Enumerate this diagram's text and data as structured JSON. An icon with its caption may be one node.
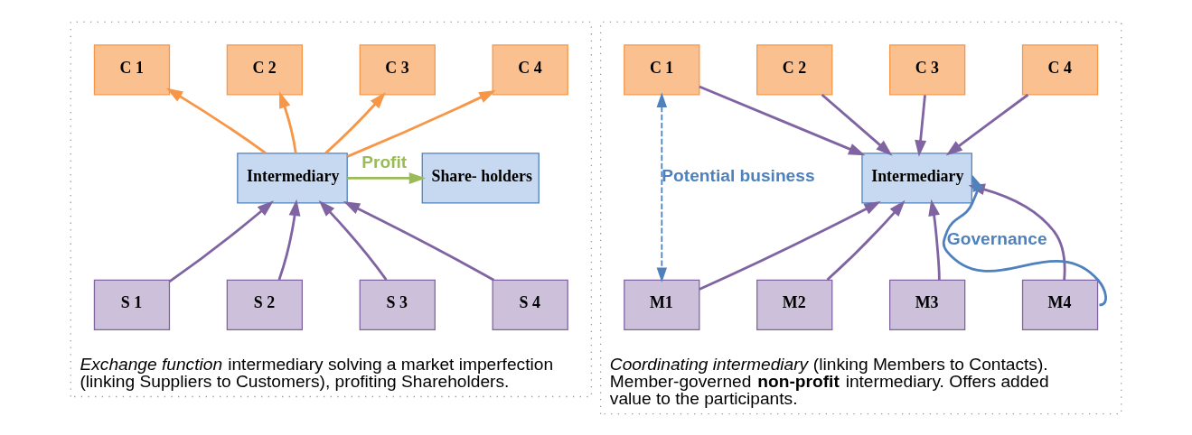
{
  "diagram": {
    "nodes": [
      {
        "text": [
          "*Exchange function* intermediary solving a market imperfection (linking Suppliers to Customers), profiting Shareholders."
        ]
      },
      {
        "text": [
          "C 1"
        ],
        "in": 0
      },
      {
        "text": [
          "C 2"
        ],
        "in": 0
      },
      {
        "text": [
          "C 3"
        ],
        "in": 0
      },
      {
        "text": [
          "C 4"
        ],
        "in": 0
      },
      {
        "text": [
          "Intermediary"
        ],
        "in": 0
      },
      {
        "text": [
          "Share- holders"
        ],
        "in": 0
      },
      {
        "text": [
          "S 1"
        ],
        "in": 0
      },
      {
        "text": [
          "S 2"
        ],
        "in": 0
      },
      {
        "text": [
          "S 3"
        ],
        "in": 0
      },
      {
        "text": [
          "S 4"
        ],
        "in": 0
      },
      {
        "text": [
          "*Coordinating intermediary* (linking Members to Contacts). Member-governed **non-profit** intermediary. Offers added value to the participants."
        ]
      },
      {
        "text": [
          "C 1"
        ],
        "in": 11
      },
      {
        "text": [
          "C 2"
        ],
        "in": 11
      },
      {
        "text": [
          "C 3"
        ],
        "in": 11
      },
      {
        "text": [
          "C 4"
        ],
        "in": 11
      },
      {
        "text": [
          "Intermediary"
        ],
        "in": 11
      },
      {
        "text": [
          "M1"
        ],
        "in": 11
      },
      {
        "text": [
          "M2"
        ],
        "in": 11
      },
      {
        "text": [
          "M3"
        ],
        "in": 11
      },
      {
        "text": [
          "M4"
        ],
        "in": 11
      }
    ],
    "edges": [
      {
        "from": 5,
        "to": 1,
        "arrow": "to",
        "color": "#f79646"
      },
      {
        "from": 5,
        "to": 2,
        "arrow": "to",
        "color": "#f79646"
      },
      {
        "from": 5,
        "to": 3,
        "arrow": "to",
        "color": "#f79646"
      },
      {
        "from": 5,
        "to": 4,
        "arrow": "to",
        "color": "#f79646"
      },
      {
        "from": 5,
        "to": 6,
        "arrow": "to",
        "label": "Profit",
        "color": "#9bbb59"
      },
      {
        "from": 7,
        "to": 5,
        "arrow": "to"
      },
      {
        "from": 8,
        "to": 5,
        "arrow": "to"
      },
      {
        "from": 9,
        "to": 5,
        "arrow": "to"
      },
      {
        "from": 10,
        "to": 5,
        "arrow": "to"
      },
      {
        "from": 12,
        "to": 16,
        "arrow": "to"
      },
      {
        "from": 13,
        "to": 16,
        "arrow": "to"
      },
      {
        "from": 14,
        "to": 16,
        "arrow": "to"
      },
      {
        "from": 15,
        "to": 16,
        "arrow": "to"
      },
      {
        "from": 17,
        "to": 16,
        "arrow": "to"
      },
      {
        "from": 18,
        "to": 16,
        "arrow": "to"
      },
      {
        "from": 19,
        "to": 16,
        "arrow": "to"
      },
      {
        "from": 20,
        "to": 16,
        "arrow": "to"
      },
      {
        "from": 20,
        "to": 16,
        "arrow": "to",
        "label": "Governance",
        "color": "#4f81bd"
      },
      {
        "from": 12,
        "to": 17,
        "arrow": "both",
        "label": "Potential business",
        "style": "dashed",
        "color": "#4f81bd"
      }
    ]
  }
}
